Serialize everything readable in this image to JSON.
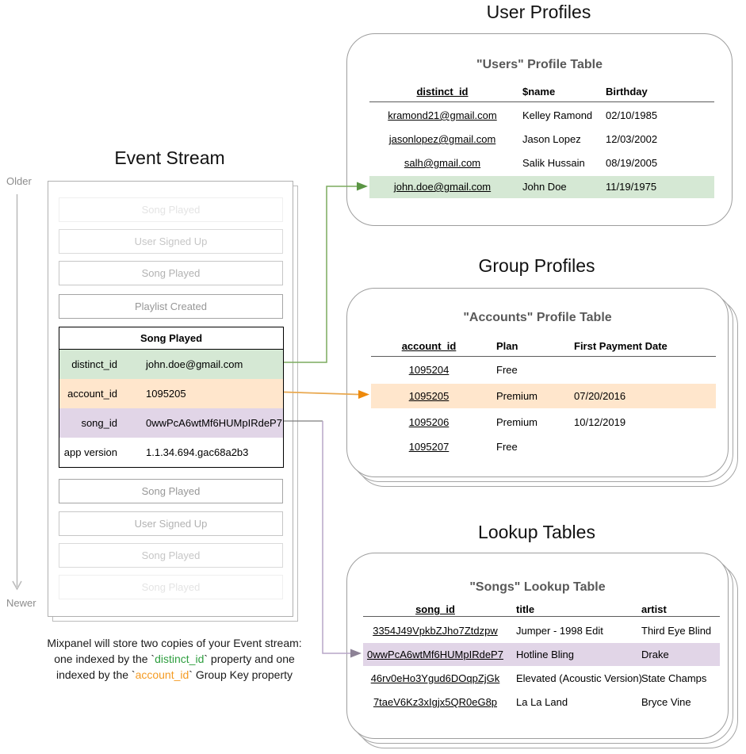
{
  "titles": {
    "event_stream": "Event Stream",
    "user_profiles": "User Profiles",
    "group_profiles": "Group Profiles",
    "lookup_tables": "Lookup Tables"
  },
  "timeline": {
    "older": "Older",
    "newer": "Newer"
  },
  "event_stream": {
    "faded_events_before": [
      "Song Played",
      "User Signed Up",
      "Song Played",
      "Playlist Created"
    ],
    "expanded_event": {
      "name": "Song Played",
      "properties": [
        {
          "key": "distinct_id",
          "value": "john.doe@gmail.com",
          "highlight": "green"
        },
        {
          "key": "account_id",
          "value": "1095205",
          "highlight": "orange"
        },
        {
          "key": "song_id",
          "value": "0wwPcA6wtMf6HUMpIRdeP7",
          "highlight": "purple"
        },
        {
          "key": "app version",
          "value": "1.1.34.694.gac68a2b3",
          "highlight": "none"
        }
      ]
    },
    "faded_events_after": [
      "Song Played",
      "User Signed Up",
      "Song Played",
      "Song Played"
    ]
  },
  "users_table": {
    "card_title": "\"Users\" Profile Table",
    "columns": [
      "distinct_id",
      "$name",
      "Birthday"
    ],
    "rows": [
      {
        "distinct_id": "kramond21@gmail.com",
        "name": "Kelley Ramond",
        "birthday": "02/10/1985"
      },
      {
        "distinct_id": "jasonlopez@gmail.com",
        "name": "Jason Lopez",
        "birthday": "12/03/2002"
      },
      {
        "distinct_id": "salh@gmail.com",
        "name": "Salik Hussain",
        "birthday": "08/19/2005"
      },
      {
        "distinct_id": "john.doe@gmail.com",
        "name": "John Doe",
        "birthday": "11/19/1975"
      }
    ],
    "highlighted_row_index": 3
  },
  "accounts_table": {
    "card_title": "\"Accounts\" Profile Table",
    "columns": [
      "account_id",
      "Plan",
      "First Payment Date"
    ],
    "rows": [
      {
        "account_id": "1095204",
        "plan": "Free",
        "first_payment_date": ""
      },
      {
        "account_id": "1095205",
        "plan": "Premium",
        "first_payment_date": "07/20/2016"
      },
      {
        "account_id": "1095206",
        "plan": "Premium",
        "first_payment_date": "10/12/2019"
      },
      {
        "account_id": "1095207",
        "plan": "Free",
        "first_payment_date": ""
      }
    ],
    "highlighted_row_index": 1
  },
  "songs_table": {
    "card_title": "\"Songs\" Lookup Table",
    "columns": [
      "song_id",
      "title",
      "artist"
    ],
    "rows": [
      {
        "song_id": "3354J49VpkbZJho7Ztdzpw",
        "title": "Jumper - 1998 Edit",
        "artist": "Third Eye Blind"
      },
      {
        "song_id": "0wwPcA6wtMf6HUMpIRdeP7",
        "title": "Hotline Bling",
        "artist": "Drake"
      },
      {
        "song_id": "46rv0eHo3Ygud6DOqpZjGk",
        "title": "Elevated (Acoustic Version)",
        "artist": "State Champs"
      },
      {
        "song_id": "7taeV6Kz3xIgjx5QR0eG8p",
        "title": "La La Land",
        "artist": "Bryce Vine"
      }
    ],
    "highlighted_row_index": 1
  },
  "caption": {
    "line1": "Mixpanel will store two copies of your Event stream:",
    "line2_pre": "one indexed by the `",
    "line2_code": "distinct_id",
    "line2_post": "` property and one",
    "line3_pre": "indexed by the `",
    "line3_code": "account_id",
    "line3_post": "` Group Key property"
  },
  "colors": {
    "green_highlight": "#d5e8d4",
    "orange_highlight": "#ffe6cc",
    "purple_highlight": "#e1d5e7",
    "green_arrow": "#7cab5e",
    "green_arrowhead": "#5a9544",
    "orange_arrow": "#e9a84f",
    "orange_arrowhead": "#ee8a0c",
    "purple_arrow": "#b7a6c7",
    "purple_arrowhead": "#8d8296",
    "gray_connector": "#7d7d7d",
    "caption_green": "#2e9e3f",
    "caption_orange": "#f59b22"
  }
}
